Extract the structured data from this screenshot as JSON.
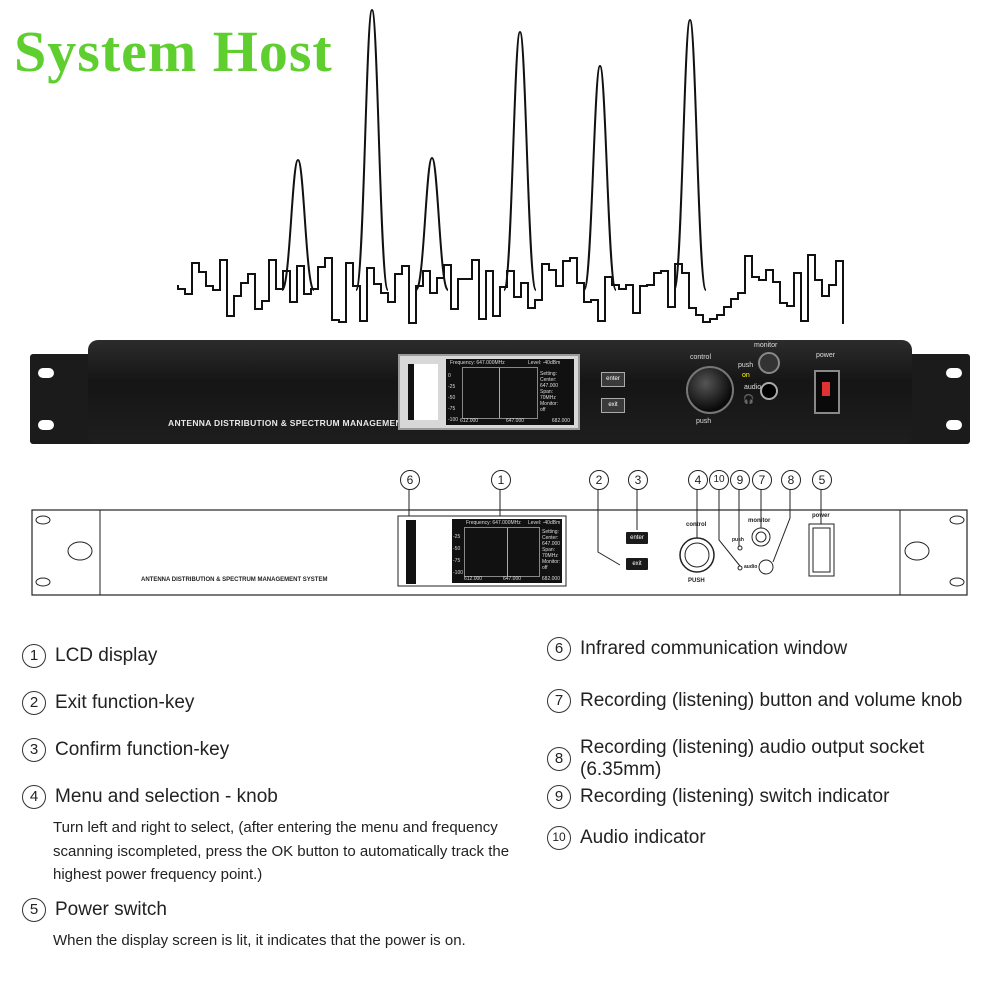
{
  "title": "System Host",
  "device": {
    "panel_label": "ANTENNA DISTRIBUTION & SPECTRUM MANAGEMENT SYSTEM",
    "lcd": {
      "header_frequency": "Frequency: 647.000MHz",
      "header_level": "Level: -40dBm",
      "y_ticks": [
        "0",
        "-25",
        "-50",
        "-75",
        "-100"
      ],
      "x_ticks": [
        "612.000",
        "647.000",
        "682.000"
      ],
      "setting_lines": [
        "Setting:",
        "Center:",
        "647.000",
        "Span:",
        "70MHz",
        "Monitor:",
        "off"
      ]
    },
    "enter_label": "enter",
    "exit_label": "exit",
    "control_label": "control",
    "push_label_photo": "push",
    "push_label_drawing": "PUSH",
    "monitor_label": "monitor",
    "power_label": "power",
    "indicator_push": "push",
    "indicator_on": "on",
    "indicator_audio": "audio"
  },
  "callouts": [
    "6",
    "1",
    "2",
    "3",
    "4",
    "10",
    "9",
    "7",
    "8",
    "5"
  ],
  "legend": {
    "left": [
      {
        "num": "1",
        "label": "LCD display"
      },
      {
        "num": "2",
        "label": "Exit function-key"
      },
      {
        "num": "3",
        "label": "Confirm function-key"
      },
      {
        "num": "4",
        "label": "Menu and selection - knob",
        "description": "Turn left and right to select, (after entering the menu and frequency scanning iscompleted, press the OK button to automatically track the highest power frequency point.)"
      },
      {
        "num": "5",
        "label": "Power switch",
        "description": "When the display screen is lit, it indicates that the power is on."
      }
    ],
    "right": [
      {
        "num": "6",
        "label": "Infrared communication window"
      },
      {
        "num": "7",
        "label": "Recording (listening) button and volume knob"
      },
      {
        "num": "8",
        "label": "Recording (listening) audio output socket (6.35mm)"
      },
      {
        "num": "9",
        "label": "Recording (listening) switch indicator"
      },
      {
        "num": "10",
        "label": "Audio indicator"
      }
    ]
  },
  "colors": {
    "title": "#5fcf30",
    "panel": "#1e1e1e",
    "line": "#222222"
  }
}
